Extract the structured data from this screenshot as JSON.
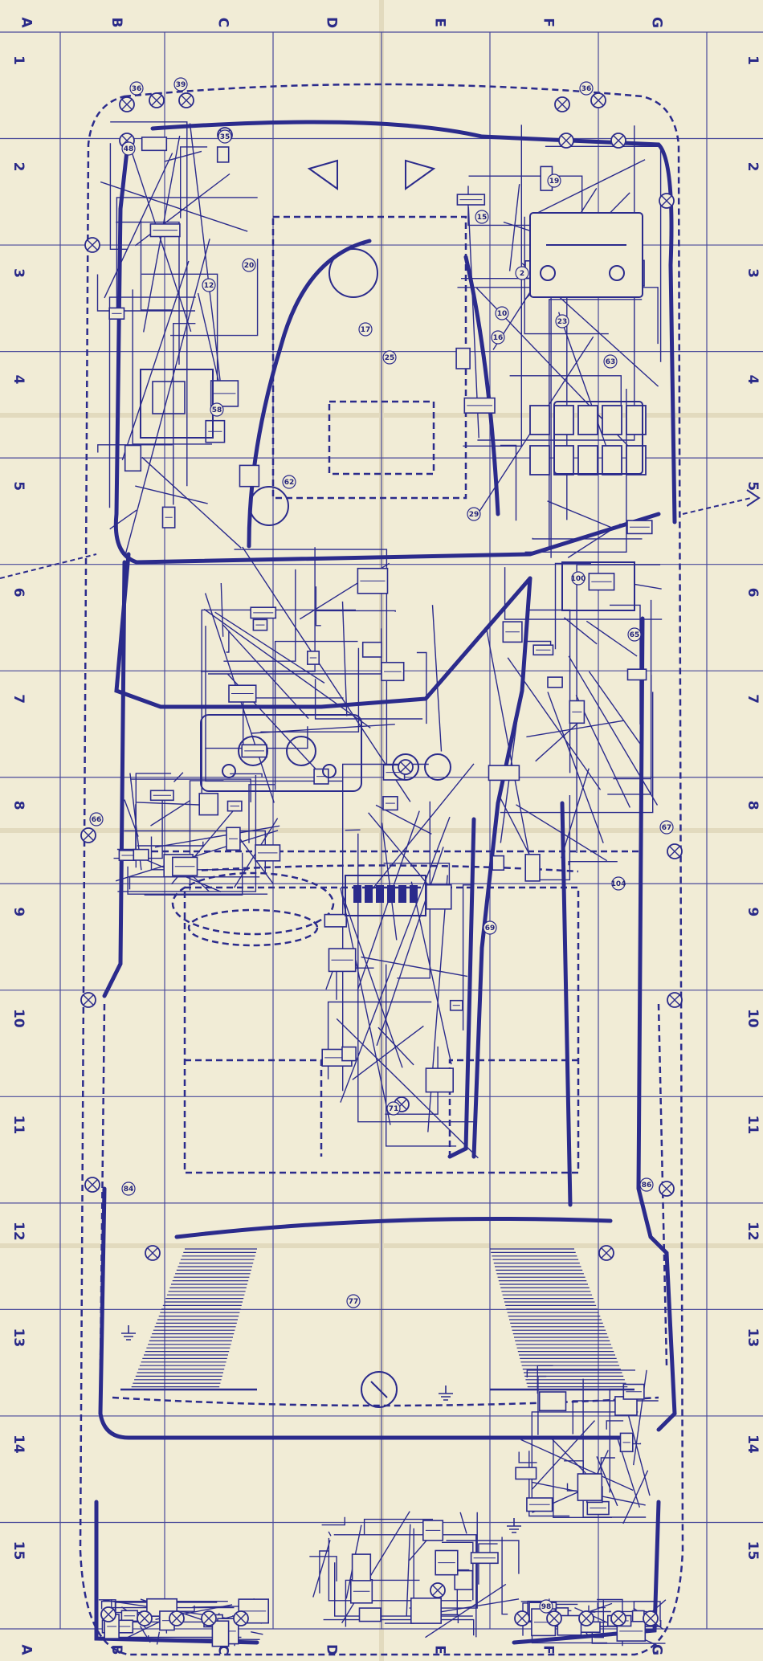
{
  "sheet": {
    "columns": [
      "A",
      "B",
      "C",
      "D",
      "E",
      "F",
      "G"
    ],
    "rows": [
      "1",
      "2",
      "3",
      "4",
      "5",
      "6",
      "7",
      "8",
      "9",
      "10",
      "11",
      "12",
      "13",
      "14",
      "15"
    ]
  },
  "colors": {
    "paper": "#f1ecd6",
    "ink": "#2b2b8c",
    "grid": "#4a4a9a"
  },
  "component_labels": [
    "36",
    "39",
    "35",
    "2",
    "23",
    "19",
    "10",
    "15",
    "16",
    "12",
    "17",
    "20",
    "25",
    "29",
    "36",
    "48",
    "58",
    "62",
    "63",
    "65",
    "66",
    "67",
    "69",
    "71",
    "77",
    "84",
    "86",
    "98",
    "100",
    "104"
  ],
  "icons": [
    "lamp-icon",
    "relay-icon",
    "connector-icon",
    "battery-icon",
    "fuse-box-icon",
    "ground-icon",
    "motor-icon",
    "switch-icon",
    "horn-icon",
    "gauge-icon"
  ]
}
